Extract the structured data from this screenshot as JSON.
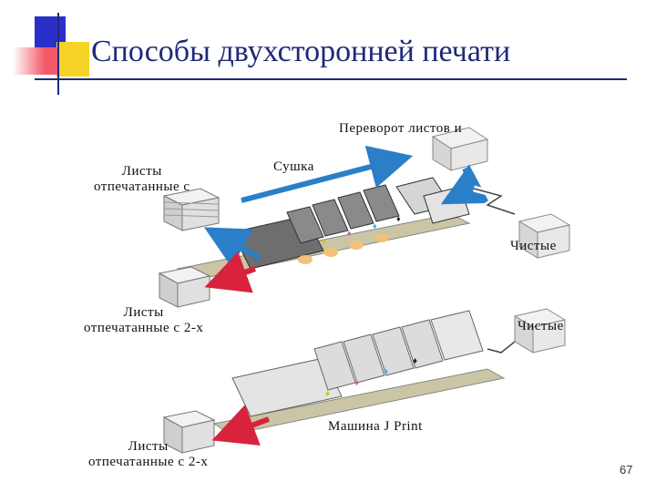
{
  "slide": {
    "title": "Способы двухсторонней печати",
    "page_number": "67"
  },
  "diagram": {
    "labels": {
      "flip_sheets": "Переворот листов и",
      "printed_one_side": "Листы\nотпечатанные с",
      "drying": "Сушка",
      "blank_top": "Чистые",
      "printed_two_sides_top": "Листы\nотпечатанные с 2-х",
      "blank_bottom": "Чистые",
      "machine_name": "Машина J Print",
      "printed_two_sides_bottom": "Листы\nотпечатанные с 2-х"
    },
    "colors": {
      "blue_arrow": "#2a7fc8",
      "red_arrow": "#d9233c",
      "conveyor": "#c9c5a5",
      "machine_dark": "#6e6e6e",
      "machine_light": "#e4e4e4"
    }
  }
}
